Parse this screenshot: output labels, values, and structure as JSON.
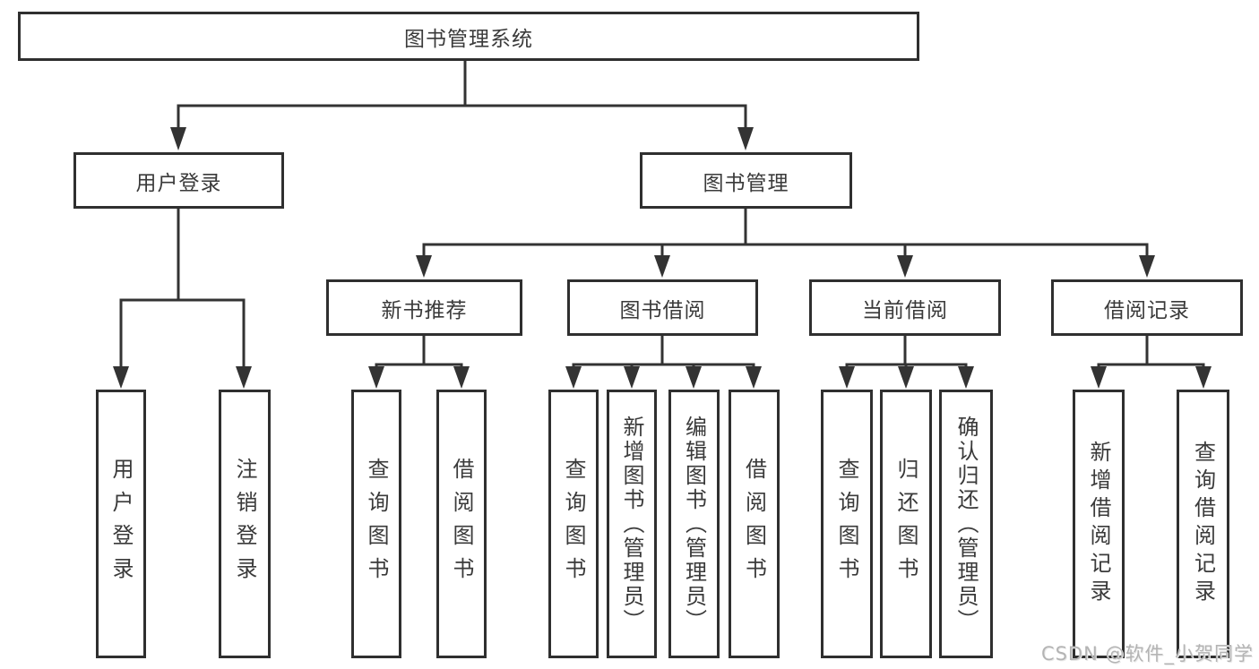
{
  "tree": {
    "root": {
      "label": "图书管理系统"
    },
    "login": {
      "label": "用户登录",
      "children": [
        "用户登录",
        "注销登录"
      ]
    },
    "mgmt": {
      "label": "图书管理",
      "sections": [
        {
          "label": "新书推荐",
          "children": [
            "查询图书",
            "借阅图书"
          ]
        },
        {
          "label": "图书借阅",
          "children": [
            "查询图书",
            "新增图书（管理员）",
            "编辑图书（管理员）",
            "借阅图书"
          ]
        },
        {
          "label": "当前借阅",
          "children": [
            "查询图书",
            "归还图书",
            "确认归还（管理员）"
          ]
        },
        {
          "label": "借阅记录",
          "children": [
            "新增借阅记录",
            "查询借阅记录"
          ]
        }
      ]
    }
  },
  "watermark": {
    "text": "CSDN @软件_小贺同学"
  },
  "colors": {
    "line": "#333333",
    "box_border": "#2f2f2f",
    "text": "#3a3a3a",
    "watermark": "#b4b4b4",
    "background": "#ffffff"
  }
}
